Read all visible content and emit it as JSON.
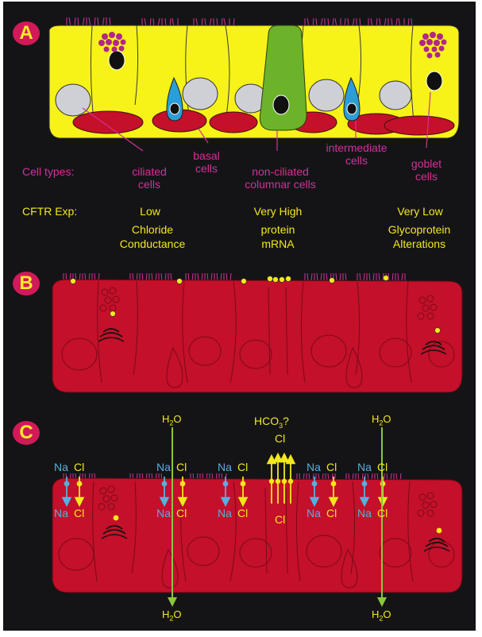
{
  "panels": {
    "a": {
      "letter": "A",
      "cell_types_label": "Cell types:",
      "cell_labels": [
        {
          "key": "ciliated",
          "text": "ciliated\ncells"
        },
        {
          "key": "basal",
          "text": "basal\ncells"
        },
        {
          "key": "non_ciliated",
          "text": "non-ciliated\ncolumnar cells"
        },
        {
          "key": "intermediate",
          "text": "intermediate\ncells"
        },
        {
          "key": "goblet",
          "text": "goblet\ncells"
        }
      ],
      "cftr_label": "CFTR Exp:",
      "cftr_levels": [
        "Low",
        "Very High",
        "Very Low"
      ],
      "phenotypes": [
        "Chloride\nConductance",
        "protein\nmRNA",
        "Glycoprotein\nAlterations"
      ]
    },
    "b": {
      "letter": "B"
    },
    "c": {
      "letter": "C",
      "water": "H",
      "water_sub": "2",
      "water_o": "O",
      "bicarb": "HCO",
      "bicarb_sub": "3",
      "bicarb_q": "?",
      "na": "Na",
      "cl": "Cl"
    }
  },
  "colors": {
    "background": "#141417",
    "epithelium_panel_a": "#f7f218",
    "epithelium_red": "#c4102a",
    "label_magenta": "#d0329a",
    "label_yellow": "#f3e81c",
    "non_ciliated_cell": "#6cb22b",
    "intermediate_cell": "#2a9ed8",
    "sodium_blue": "#5aaedf",
    "water_arrow": "#8cc63f"
  }
}
